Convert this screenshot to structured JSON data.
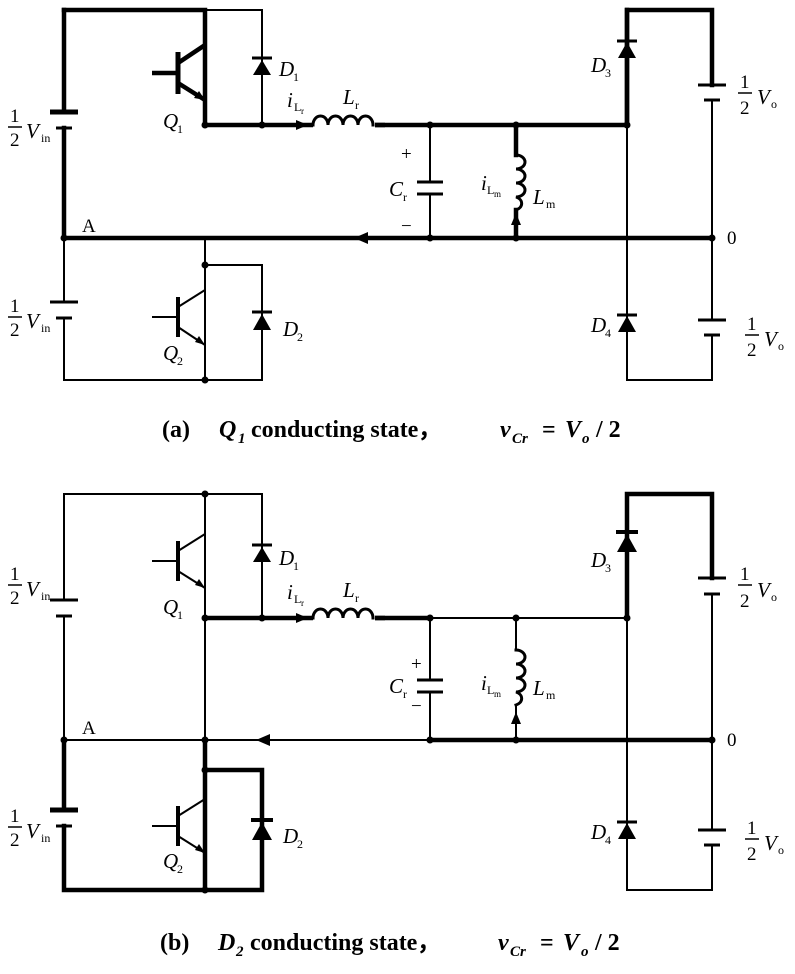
{
  "labels": {
    "vin_num": "1",
    "vin_den": "2",
    "vin_sym": "V",
    "vin_sub": "in",
    "vo_num": "1",
    "vo_den": "2",
    "vo_sym": "V",
    "vo_sub": "o",
    "q1": "Q",
    "q1_sub": "1",
    "q2": "Q",
    "q2_sub": "2",
    "d1": "D",
    "d1_sub": "1",
    "d2": "D",
    "d2_sub": "2",
    "d3": "D",
    "d3_sub": "3",
    "d4": "D",
    "d4_sub": "4",
    "ilr": "i",
    "ilr_sub": "L",
    "ilr_subsub": "r",
    "lr": "L",
    "lr_sub": "r",
    "cr": "C",
    "cr_sub": "r",
    "ilm": "i",
    "ilm_sub": "L",
    "ilm_subsub": "m",
    "lm": "L",
    "lm_sub": "m",
    "node_a": "A",
    "node_0": "0",
    "plus": "+",
    "minus": "−"
  },
  "captions": {
    "a_tag": "(a)",
    "a_dev": "Q",
    "a_dev_sub": "1",
    "a_text": "conducting state，",
    "a_v": "v",
    "a_v_sub": "Cr",
    "a_eq": "=",
    "a_vo": "V",
    "a_vo_sub": "o",
    "a_tail": "/ 2",
    "b_tag": "(b)",
    "b_dev": "D",
    "b_dev_sub": "2",
    "b_text": "conducting state，",
    "b_v": "v",
    "b_v_sub": "Cr",
    "b_eq": "=",
    "b_vo": "V",
    "b_vo_sub": "o",
    "b_tail": "/ 2"
  }
}
